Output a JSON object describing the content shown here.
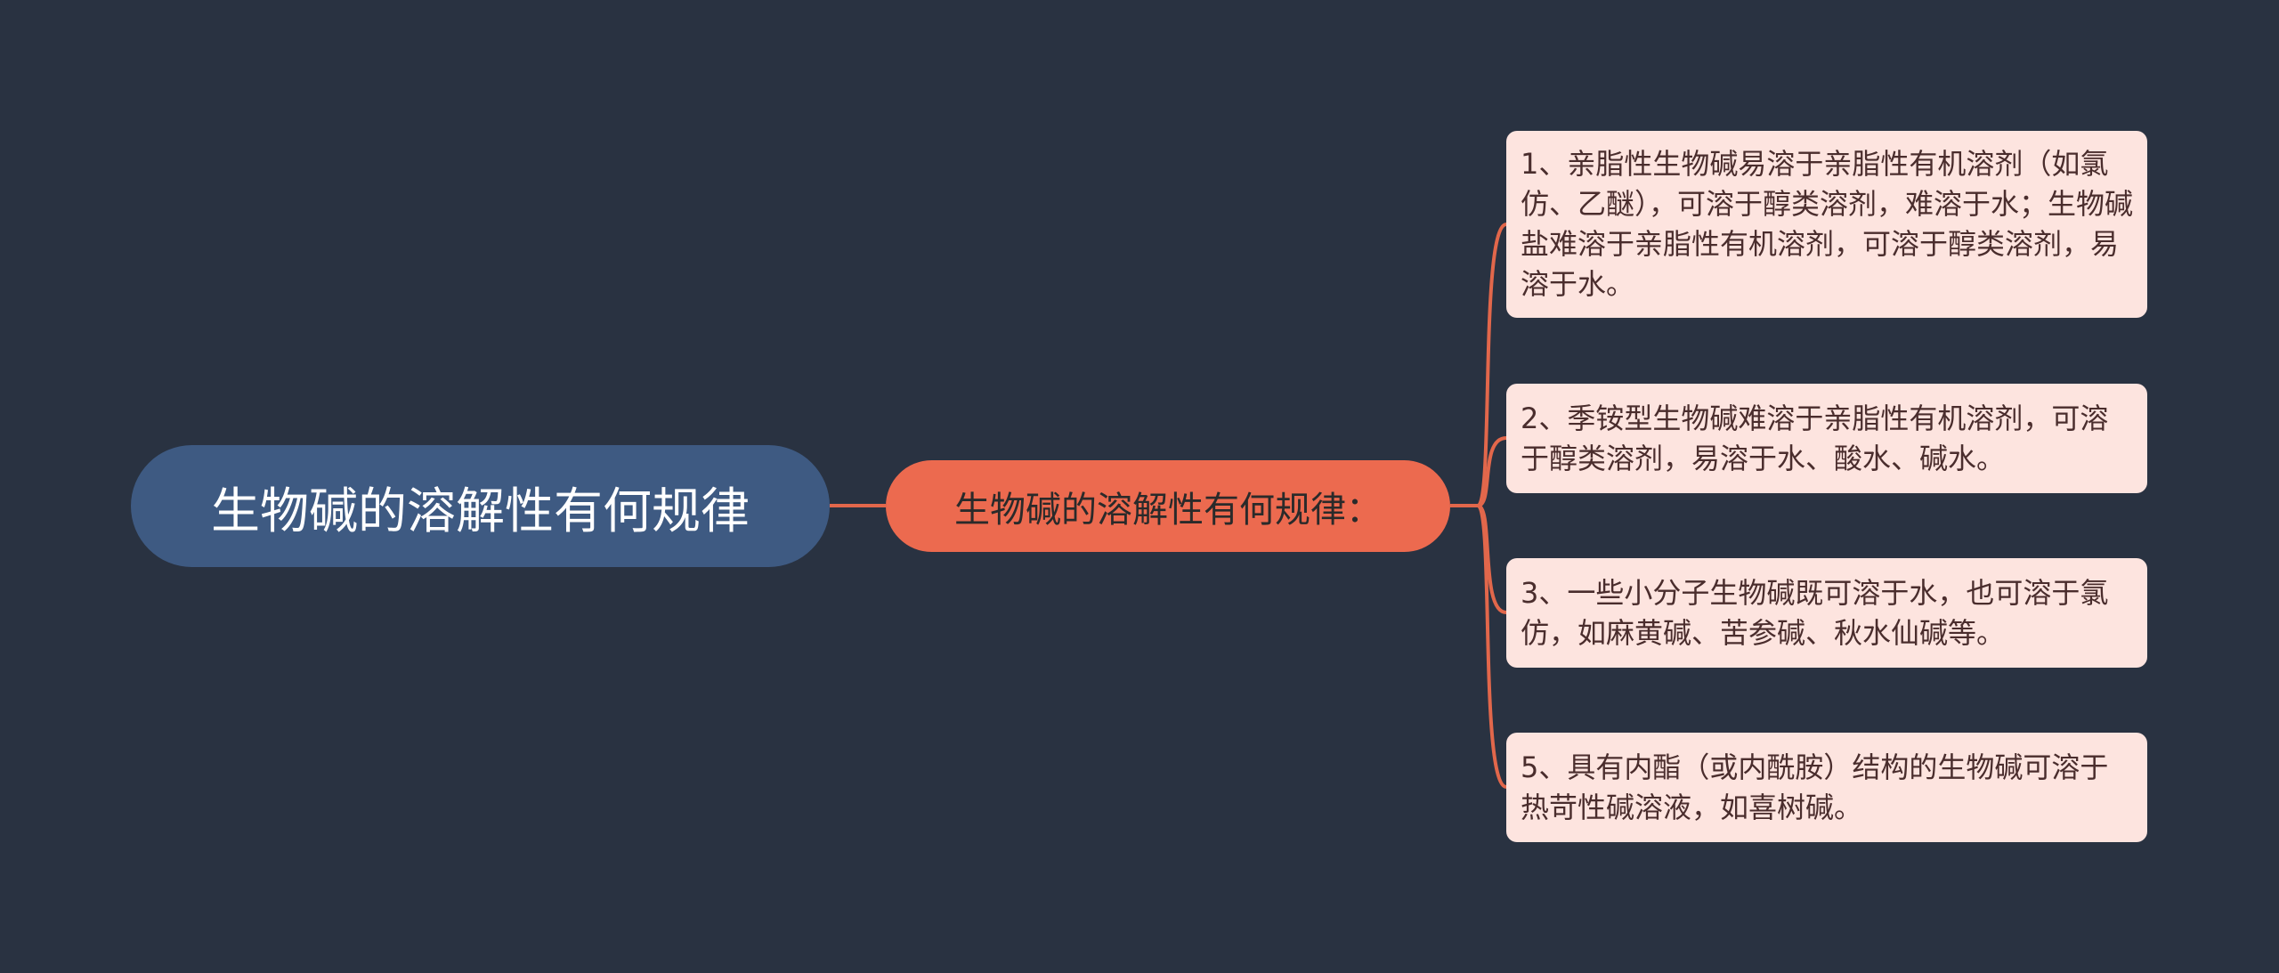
{
  "root": {
    "label": "生物碱的溶解性有何规律"
  },
  "topic": {
    "label": "生物碱的溶解性有何规律："
  },
  "items": [
    {
      "text": "1、亲脂性生物碱易溶于亲脂性有机溶剂（如氯仿、乙醚），可溶于醇类溶剂，难溶于水；生物碱盐难溶于亲脂性有机溶剂，可溶于醇类溶剂，易溶于水。"
    },
    {
      "text": "2、季铵型生物碱难溶于亲脂性有机溶剂，可溶于醇类溶剂，易溶于水、酸水、碱水。"
    },
    {
      "text": "3、一些小分子生物碱既可溶于水，也可溶于氯仿，如麻黄碱、苦参碱、秋水仙碱等。"
    },
    {
      "text": "5、具有内酯（或内酰胺）结构的生物碱可溶于热苛性碱溶液，如喜树碱。"
    }
  ],
  "colors": {
    "background": "#293241",
    "root_fill": "#3e5a82",
    "topic_fill": "#ec6a4f",
    "leaf_fill": "#fde4df",
    "connector": "#e2674b"
  }
}
